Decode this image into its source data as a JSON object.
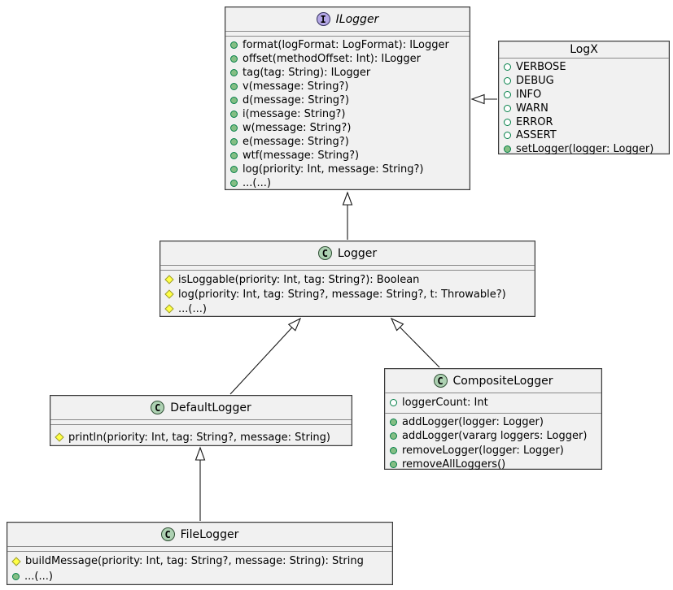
{
  "colors": {
    "box_background": "#F1F1F1",
    "box_border": "#3b3b3b",
    "separator": "#8a8a8a",
    "interface_spot": "#B4A7E5",
    "class_spot": "#ADD1B2",
    "public_icon_fill": "#84BE84",
    "public_icon_border": "#038048",
    "protected_icon_fill": "#FFFF44"
  },
  "classes": {
    "ilogger": {
      "title": "ILogger",
      "kind": "interface",
      "icon_letter": "I",
      "members": [
        {
          "visibility": "public",
          "kind": "method",
          "text": "format(logFormat: LogFormat): ILogger"
        },
        {
          "visibility": "public",
          "kind": "method",
          "text": "offset(methodOffset: Int): ILogger"
        },
        {
          "visibility": "public",
          "kind": "method",
          "text": "tag(tag: String): ILogger"
        },
        {
          "visibility": "public",
          "kind": "method",
          "text": "v(message: String?)"
        },
        {
          "visibility": "public",
          "kind": "method",
          "text": "d(message: String?)"
        },
        {
          "visibility": "public",
          "kind": "method",
          "text": "i(message: String?)"
        },
        {
          "visibility": "public",
          "kind": "method",
          "text": "w(message: String?)"
        },
        {
          "visibility": "public",
          "kind": "method",
          "text": "e(message: String?)"
        },
        {
          "visibility": "public",
          "kind": "method",
          "text": "wtf(message: String?)"
        },
        {
          "visibility": "public",
          "kind": "method",
          "text": "log(priority: Int, message: String?)"
        },
        {
          "visibility": "public",
          "kind": "method",
          "text": "...(...)"
        }
      ]
    },
    "logx": {
      "title": "LogX",
      "kind": "class",
      "members": [
        {
          "visibility": "public",
          "kind": "field",
          "text": "VERBOSE"
        },
        {
          "visibility": "public",
          "kind": "field",
          "text": "DEBUG"
        },
        {
          "visibility": "public",
          "kind": "field",
          "text": "INFO"
        },
        {
          "visibility": "public",
          "kind": "field",
          "text": "WARN"
        },
        {
          "visibility": "public",
          "kind": "field",
          "text": "ERROR"
        },
        {
          "visibility": "public",
          "kind": "field",
          "text": "ASSERT"
        },
        {
          "visibility": "public",
          "kind": "method",
          "text": "setLogger(logger: Logger)"
        }
      ]
    },
    "logger": {
      "title": "Logger",
      "kind": "class",
      "icon_letter": "C",
      "members": [
        {
          "visibility": "protected",
          "kind": "method",
          "text": "isLoggable(priority: Int, tag: String?): Boolean"
        },
        {
          "visibility": "protected",
          "kind": "method",
          "text": "log(priority: Int, tag: String?, message: String?, t: Throwable?)"
        },
        {
          "visibility": "protected",
          "kind": "method",
          "text": "...(...)"
        }
      ]
    },
    "defaultlogger": {
      "title": "DefaultLogger",
      "kind": "class",
      "icon_letter": "C",
      "members": [
        {
          "visibility": "protected",
          "kind": "method",
          "text": "println(priority: Int, tag: String?, message: String)"
        }
      ]
    },
    "compositelogger": {
      "title": "CompositeLogger",
      "kind": "class",
      "icon_letter": "C",
      "fields": [
        {
          "visibility": "public",
          "kind": "field",
          "text": "loggerCount: Int"
        }
      ],
      "members": [
        {
          "visibility": "public",
          "kind": "method",
          "text": "addLogger(logger: Logger)"
        },
        {
          "visibility": "public",
          "kind": "method",
          "text": "addLogger(vararg loggers: Logger)"
        },
        {
          "visibility": "public",
          "kind": "method",
          "text": "removeLogger(logger: Logger)"
        },
        {
          "visibility": "public",
          "kind": "method",
          "text": "removeAllLoggers()"
        }
      ]
    },
    "filelogger": {
      "title": "FileLogger",
      "kind": "class",
      "icon_letter": "C",
      "members": [
        {
          "visibility": "protected",
          "kind": "method",
          "text": "buildMessage(priority: Int, tag: String?, message: String): String"
        },
        {
          "visibility": "public",
          "kind": "method",
          "text": "...(...)"
        }
      ]
    }
  },
  "relationships": [
    {
      "from": "Logger",
      "to": "ILogger",
      "type": "inheritance"
    },
    {
      "from": "LogX",
      "to": "ILogger",
      "type": "inheritance"
    },
    {
      "from": "DefaultLogger",
      "to": "Logger",
      "type": "inheritance"
    },
    {
      "from": "CompositeLogger",
      "to": "Logger",
      "type": "inheritance"
    },
    {
      "from": "FileLogger",
      "to": "DefaultLogger",
      "type": "inheritance"
    }
  ]
}
